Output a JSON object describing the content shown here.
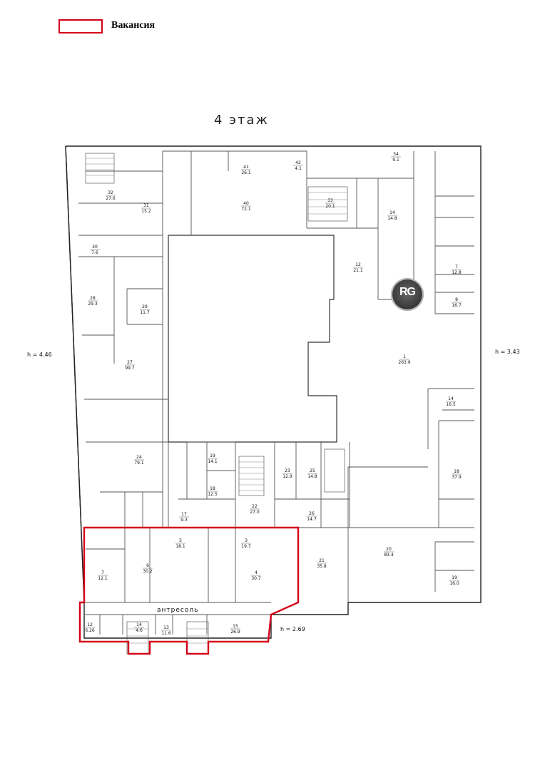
{
  "legend": {
    "label": "Вакансия",
    "color": "#d4001a"
  },
  "floor_title": "4 этаж",
  "heights": {
    "left": "h = 4.46",
    "right": "h = 3.43",
    "mezzanine": "h = 2.69"
  },
  "mezzanine_label": "антресоль",
  "logo": {
    "text": "RG"
  },
  "rooms": [
    {
      "id": "41",
      "area": "26.1"
    },
    {
      "id": "40",
      "area": "72.1"
    },
    {
      "id": "42",
      "area": "4.1"
    },
    {
      "id": "33",
      "area": "20.1"
    },
    {
      "id": "34",
      "area": "9.1"
    },
    {
      "id": "32",
      "area": "27.6"
    },
    {
      "id": "31",
      "area": "15.2"
    },
    {
      "id": "30",
      "area": "7.6"
    },
    {
      "id": "29",
      "area": "11.7"
    },
    {
      "id": "28",
      "area": "29.3"
    },
    {
      "id": "27",
      "area": "99.7"
    },
    {
      "id": "24",
      "area": "79.1"
    },
    {
      "id": "19",
      "area": "14.1"
    },
    {
      "id": "18",
      "area": "12.5"
    },
    {
      "id": "17",
      "area": "9.3"
    },
    {
      "id": "22",
      "area": "27.0"
    },
    {
      "id": "23",
      "area": "12.9"
    },
    {
      "id": "25",
      "area": "14.8"
    },
    {
      "id": "26",
      "area": "14.7"
    },
    {
      "id": "12",
      "area": "21.1"
    },
    {
      "id": "14",
      "area": "14.8"
    },
    {
      "id": "1",
      "area": "263.9"
    },
    {
      "id": "14",
      "area": "16.5"
    },
    {
      "id": "18",
      "area": "37.9"
    },
    {
      "id": "20",
      "area": "83.4"
    },
    {
      "id": "21",
      "area": "35.8"
    },
    {
      "id": "19",
      "area": "16.0"
    },
    {
      "id": "7",
      "area": "12.8"
    },
    {
      "id": "8",
      "area": "16.7"
    },
    {
      "id": "6",
      "area": "30.2"
    },
    {
      "id": "5",
      "area": "18.1"
    },
    {
      "id": "3",
      "area": "19.7"
    },
    {
      "id": "4",
      "area": "30.7"
    },
    {
      "id": "7",
      "area": "12.1"
    },
    {
      "id": "13",
      "area": "11.6"
    },
    {
      "id": "15",
      "area": "26.9"
    },
    {
      "id": "12",
      "area": "6.26"
    },
    {
      "id": "14",
      "area": "4.6"
    }
  ]
}
